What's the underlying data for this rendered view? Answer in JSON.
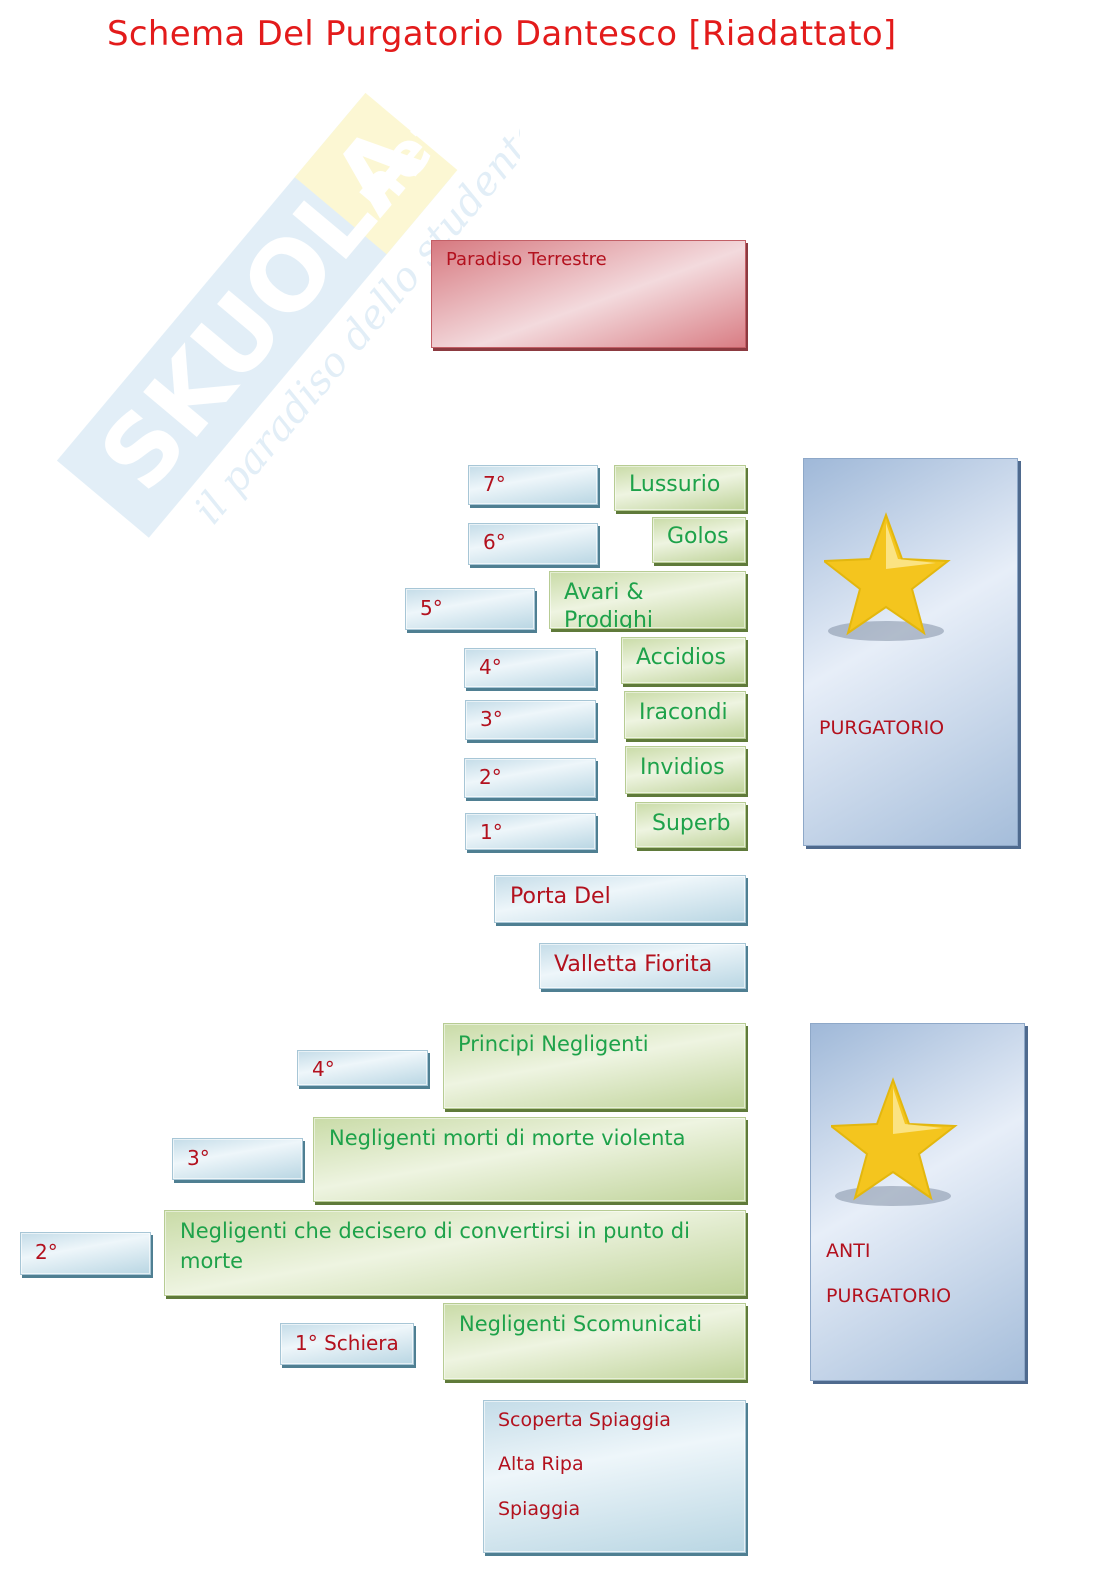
{
  "title": "Schema Del Purgatorio Dantesco [Riadattato]",
  "watermark": {
    "brand_main": "SKUOLA",
    "brand_tld": ".net",
    "slogan": "il paradiso dello studente"
  },
  "paradiso": {
    "label": "Paradiso Terrestre"
  },
  "purgatorio": {
    "panel_label": "PURGATORIO",
    "icon": "star-icon",
    "cornici": [
      {
        "number": "7°",
        "sin": "Lussurio"
      },
      {
        "number": "6°",
        "sin": "Golos"
      },
      {
        "number": "5°",
        "sin": "Avari & Prodighi"
      },
      {
        "number": "4°",
        "sin": "Accidios"
      },
      {
        "number": "3°",
        "sin": "Iracondi"
      },
      {
        "number": "2°",
        "sin": "Invidios"
      },
      {
        "number": "1°",
        "sin": "Superb"
      }
    ]
  },
  "porta": {
    "label": "Porta Del"
  },
  "valletta": {
    "label": "Valletta Fiorita"
  },
  "antipurgatorio": {
    "panel_label_1": "ANTI",
    "panel_label_2": "PURGATORIO",
    "icon": "star-icon",
    "schiere": [
      {
        "number": "4°",
        "group": "Principi Negligenti"
      },
      {
        "number": "3°",
        "group": "Negligenti morti di morte violenta"
      },
      {
        "number": "2°",
        "group_line1": "Negligenti che decisero di convertirsi in punto di",
        "group_line2": "morte"
      },
      {
        "number": "1° Schiera",
        "group": "Negligenti Scomunicati"
      }
    ]
  },
  "shore": {
    "items": [
      "Scoperta Spiaggia",
      "Alta Ripa",
      "Spiaggia"
    ]
  },
  "colors": {
    "title": "#e31b1b",
    "label_red": "#b3111e",
    "label_green": "#1ea24a",
    "box_blue": "#c4dce8",
    "box_green": "#c9dba7",
    "box_red": "#d77980",
    "panel": "#9fb8d8",
    "star": "#f5c518"
  }
}
